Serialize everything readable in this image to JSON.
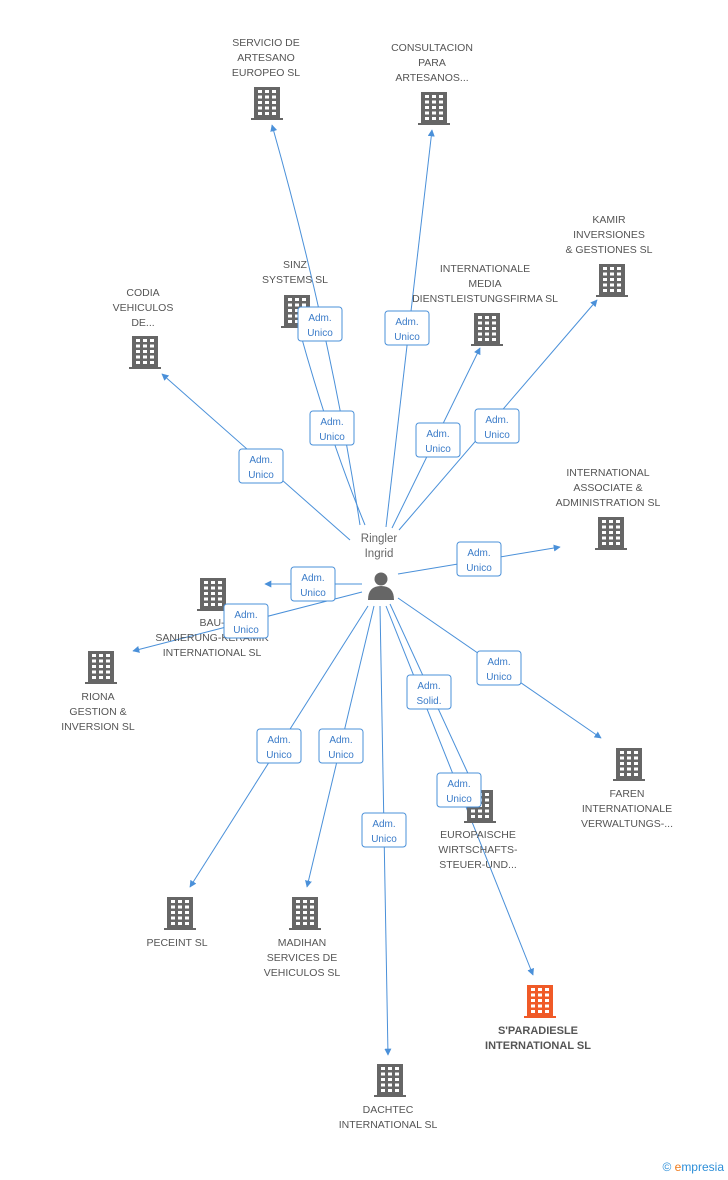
{
  "center": {
    "label_lines": [
      "Ringler",
      "Ingrid"
    ]
  },
  "colors": {
    "edge": "#4a90d9",
    "building": "#666666",
    "building_highlight": "#f05a28",
    "person": "#666666"
  },
  "nodes": [
    {
      "id": "servicio",
      "lines": [
        "SERVICIO DE",
        "ARTESANO",
        "EUROPEO SL"
      ],
      "icon": "building-icon"
    },
    {
      "id": "consultacion",
      "lines": [
        "CONSULTACION",
        "PARA",
        "ARTESANOS..."
      ],
      "icon": "building-icon"
    },
    {
      "id": "kamir",
      "lines": [
        "KAMIR",
        "INVERSIONES",
        "& GESTIONES SL"
      ],
      "icon": "building-icon"
    },
    {
      "id": "sinz",
      "lines": [
        "SINZ",
        "SYSTEMS SL"
      ],
      "icon": "building-icon"
    },
    {
      "id": "internationale_media",
      "lines": [
        "INTERNATIONALE",
        "MEDIA",
        "DIENSTLEISTUNGSFIRMA SL"
      ],
      "icon": "building-icon"
    },
    {
      "id": "codia",
      "lines": [
        "CODIA",
        "VEHICULOS",
        "DE..."
      ],
      "icon": "building-icon"
    },
    {
      "id": "international_associate",
      "lines": [
        "INTERNATIONAL",
        "ASSOCIATE &",
        "ADMINISTRATION SL"
      ],
      "icon": "building-icon"
    },
    {
      "id": "bau",
      "lines": [
        "BAU-",
        "SANIERUNG-KERAMIK",
        "INTERNATIONAL SL"
      ],
      "icon": "building-icon"
    },
    {
      "id": "riona",
      "lines": [
        "RIONA",
        "GESTION &",
        "INVERSION SL"
      ],
      "icon": "building-icon"
    },
    {
      "id": "faren",
      "lines": [
        "FAREN",
        "INTERNATIONALE",
        "VERWALTUNGS-..."
      ],
      "icon": "building-icon"
    },
    {
      "id": "europaische",
      "lines": [
        "EUROPAISCHE",
        "WIRTSCHAFTS-",
        "STEUER-UND..."
      ],
      "icon": "building-icon"
    },
    {
      "id": "peceint",
      "lines": [
        "PECEINT SL"
      ],
      "icon": "building-icon"
    },
    {
      "id": "madihan",
      "lines": [
        "MADIHAN",
        "SERVICES DE",
        "VEHICULOS SL"
      ],
      "icon": "building-icon"
    },
    {
      "id": "sparadiesle",
      "lines": [
        "S'PARADIESLE",
        "INTERNATIONAL SL"
      ],
      "icon": "building-icon",
      "highlight": true
    },
    {
      "id": "dachtec",
      "lines": [
        "DACHTEC",
        "INTERNATIONAL SL"
      ],
      "icon": "building-icon"
    }
  ],
  "edges": [
    {
      "to": "servicio",
      "label": [
        "Adm.",
        "Unico"
      ]
    },
    {
      "to": "sinz",
      "label": [
        "Adm.",
        "Unico"
      ]
    },
    {
      "to": "consultacion",
      "label": [
        "Adm.",
        "Unico"
      ]
    },
    {
      "to": "internationale_media",
      "label": [
        "Adm.",
        "Unico"
      ]
    },
    {
      "to": "kamir",
      "label": [
        "Adm.",
        "Unico"
      ]
    },
    {
      "to": "codia",
      "label": [
        "Adm.",
        "Unico"
      ]
    },
    {
      "to": "international_associate",
      "label": [
        "Adm.",
        "Unico"
      ]
    },
    {
      "to": "bau",
      "label": [
        "Adm.",
        "Unico"
      ]
    },
    {
      "to": "riona",
      "label": [
        "Adm.",
        "Unico"
      ]
    },
    {
      "to": "faren",
      "label": [
        "Adm.",
        "Unico"
      ]
    },
    {
      "to": "europaische",
      "label": [
        "Adm.",
        "Solid."
      ]
    },
    {
      "to": "sparadiesle",
      "label": [
        "Adm.",
        "Unico"
      ]
    },
    {
      "to": "peceint",
      "label": [
        "Adm.",
        "Unico"
      ]
    },
    {
      "to": "madihan",
      "label": [
        "Adm.",
        "Unico"
      ]
    },
    {
      "to": "dachtec",
      "label": [
        "Adm.",
        "Unico"
      ]
    }
  ],
  "footer": {
    "copyright": "©",
    "brand_first": "e",
    "brand_rest": "mpresia"
  }
}
